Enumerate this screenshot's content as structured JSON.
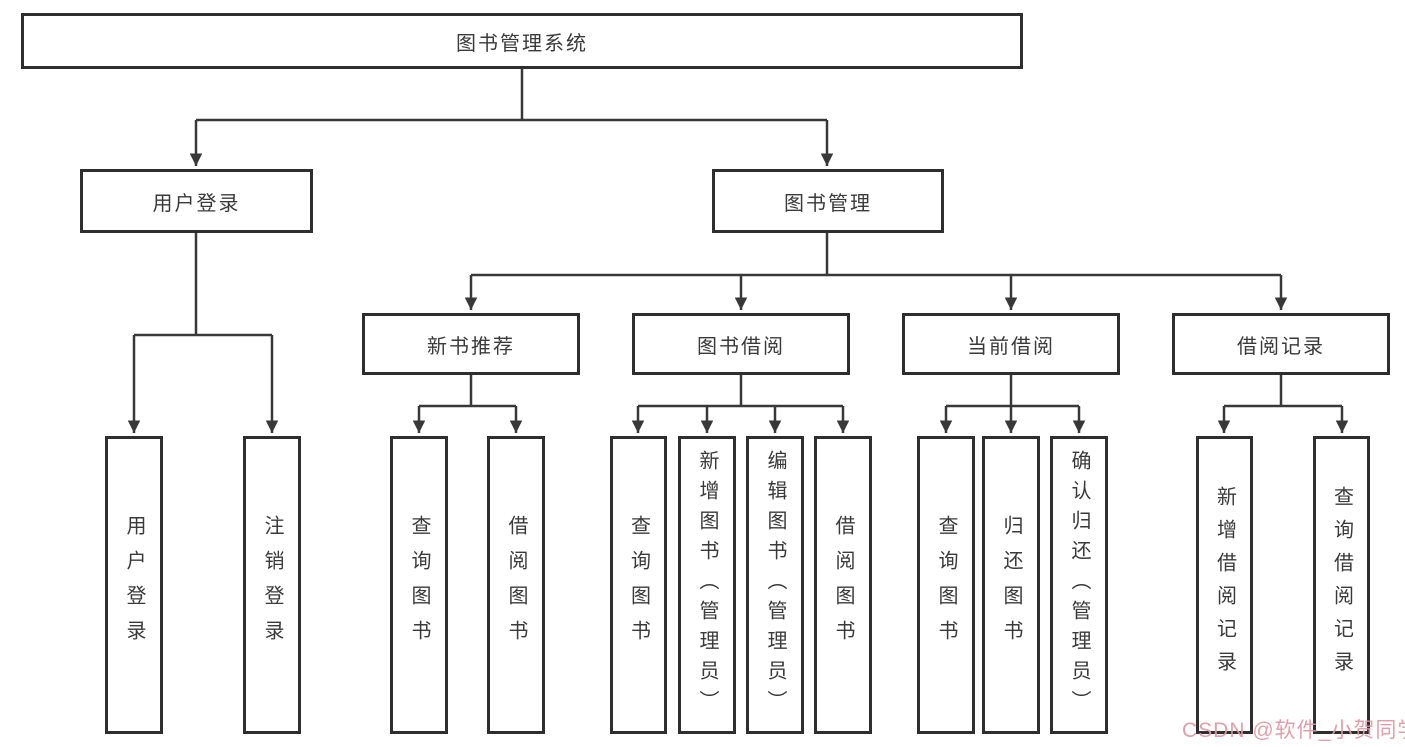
{
  "diagram": {
    "type": "tree-structure-chart",
    "colors": {
      "line": "#383838",
      "box_border": "#2e2e2e",
      "text": "#3a3a3a",
      "background": "#ffffff",
      "watermark": "#dd99a5"
    },
    "root": {
      "label": "图书管理系统"
    },
    "level2": {
      "user_login": {
        "label": "用户登录"
      },
      "book_mgmt": {
        "label": "图书管理"
      }
    },
    "level3": {
      "new_book_rec": {
        "label": "新书推荐"
      },
      "book_borrow": {
        "label": "图书借阅"
      },
      "current_borrow": {
        "label": "当前借阅"
      },
      "borrow_records": {
        "label": "借阅记录"
      }
    },
    "leaves": {
      "login_user": {
        "label": "用户登录"
      },
      "login_logout": {
        "label": "注销登录"
      },
      "rec_query": {
        "label": "查询图书"
      },
      "rec_borrow": {
        "label": "借阅图书"
      },
      "bb_query": {
        "label": "查询图书"
      },
      "bb_add": {
        "label": "新增图书（管理员）"
      },
      "bb_edit": {
        "label": "编辑图书（管理员）"
      },
      "bb_borrow": {
        "label": "借阅图书"
      },
      "cb_query": {
        "label": "查询图书"
      },
      "cb_return": {
        "label": "归还图书"
      },
      "cb_confirm": {
        "label": "确认归还（管理员）"
      },
      "rec_add_record": {
        "label": "新增借阅记录"
      },
      "rec_query_record": {
        "label": "查询借阅记录"
      }
    },
    "watermark": "CSDN @软件_小贺同学"
  }
}
